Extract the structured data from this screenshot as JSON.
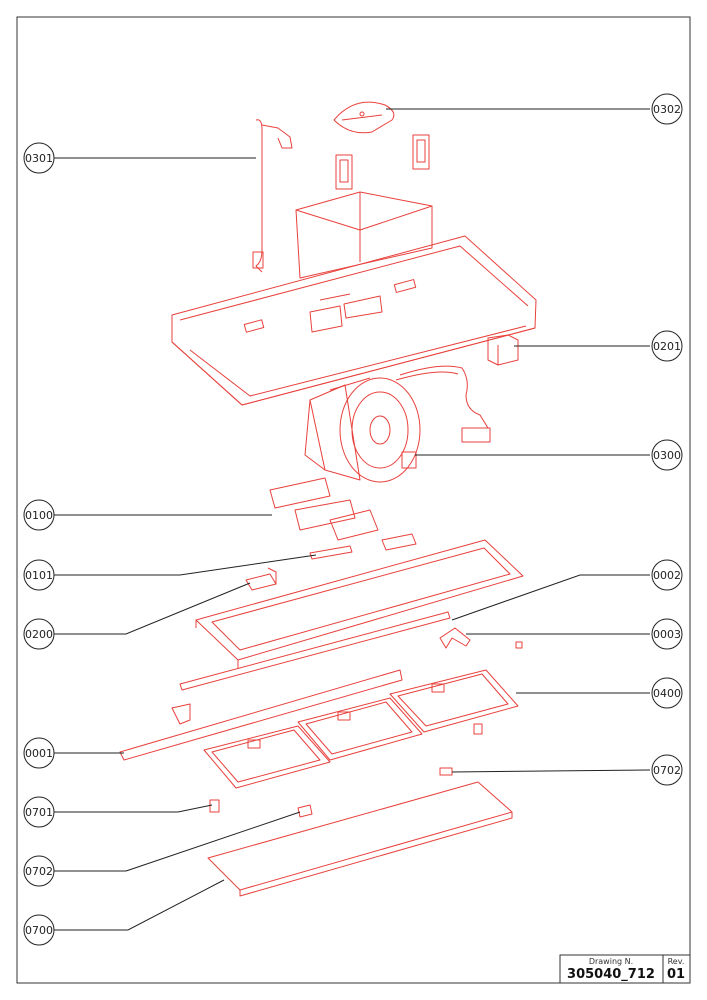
{
  "diagram": {
    "callouts": [
      {
        "id": "c0301",
        "label": "0301"
      },
      {
        "id": "c0302",
        "label": "0302"
      },
      {
        "id": "c0201",
        "label": "0201"
      },
      {
        "id": "c0300",
        "label": "0300"
      },
      {
        "id": "c0100",
        "label": "0100"
      },
      {
        "id": "c0101",
        "label": "0101"
      },
      {
        "id": "c0002",
        "label": "0002"
      },
      {
        "id": "c0200",
        "label": "0200"
      },
      {
        "id": "c0003",
        "label": "0003"
      },
      {
        "id": "c0400",
        "label": "0400"
      },
      {
        "id": "c0001",
        "label": "0001"
      },
      {
        "id": "c0702a",
        "label": "0702"
      },
      {
        "id": "c0701",
        "label": "0701"
      },
      {
        "id": "c0702b",
        "label": "0702"
      },
      {
        "id": "c0700",
        "label": "0700"
      }
    ]
  },
  "title_block": {
    "drawing_label": "Drawing N.",
    "drawing_number": "305040_712",
    "rev_label": "Rev.",
    "rev_number": "01"
  },
  "colors": {
    "parts": "#e8413c",
    "lines": "#222222",
    "frame": "#333333"
  }
}
